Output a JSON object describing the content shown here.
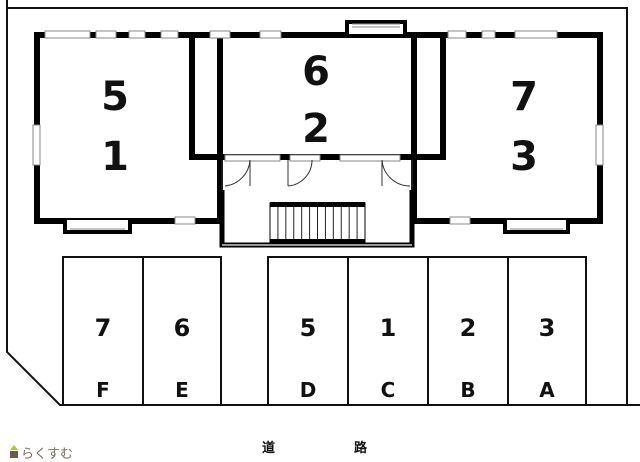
{
  "units": [
    {
      "id": "left",
      "top": "5",
      "bottom": "1"
    },
    {
      "id": "center",
      "top": "6",
      "bottom": "2"
    },
    {
      "id": "right",
      "top": "7",
      "bottom": "3"
    }
  ],
  "parking": [
    {
      "number": "7",
      "letter": "F"
    },
    {
      "number": "6",
      "letter": "E"
    },
    {
      "number": "5",
      "letter": "D"
    },
    {
      "number": "1",
      "letter": "C"
    },
    {
      "number": "2",
      "letter": "B"
    },
    {
      "number": "3",
      "letter": "A"
    }
  ],
  "road": {
    "char1": "道",
    "char2": "路"
  },
  "logo": {
    "text": "らくすむ",
    "colors": {
      "roof": "#a8c83a",
      "house": "#6b5a4e"
    }
  }
}
